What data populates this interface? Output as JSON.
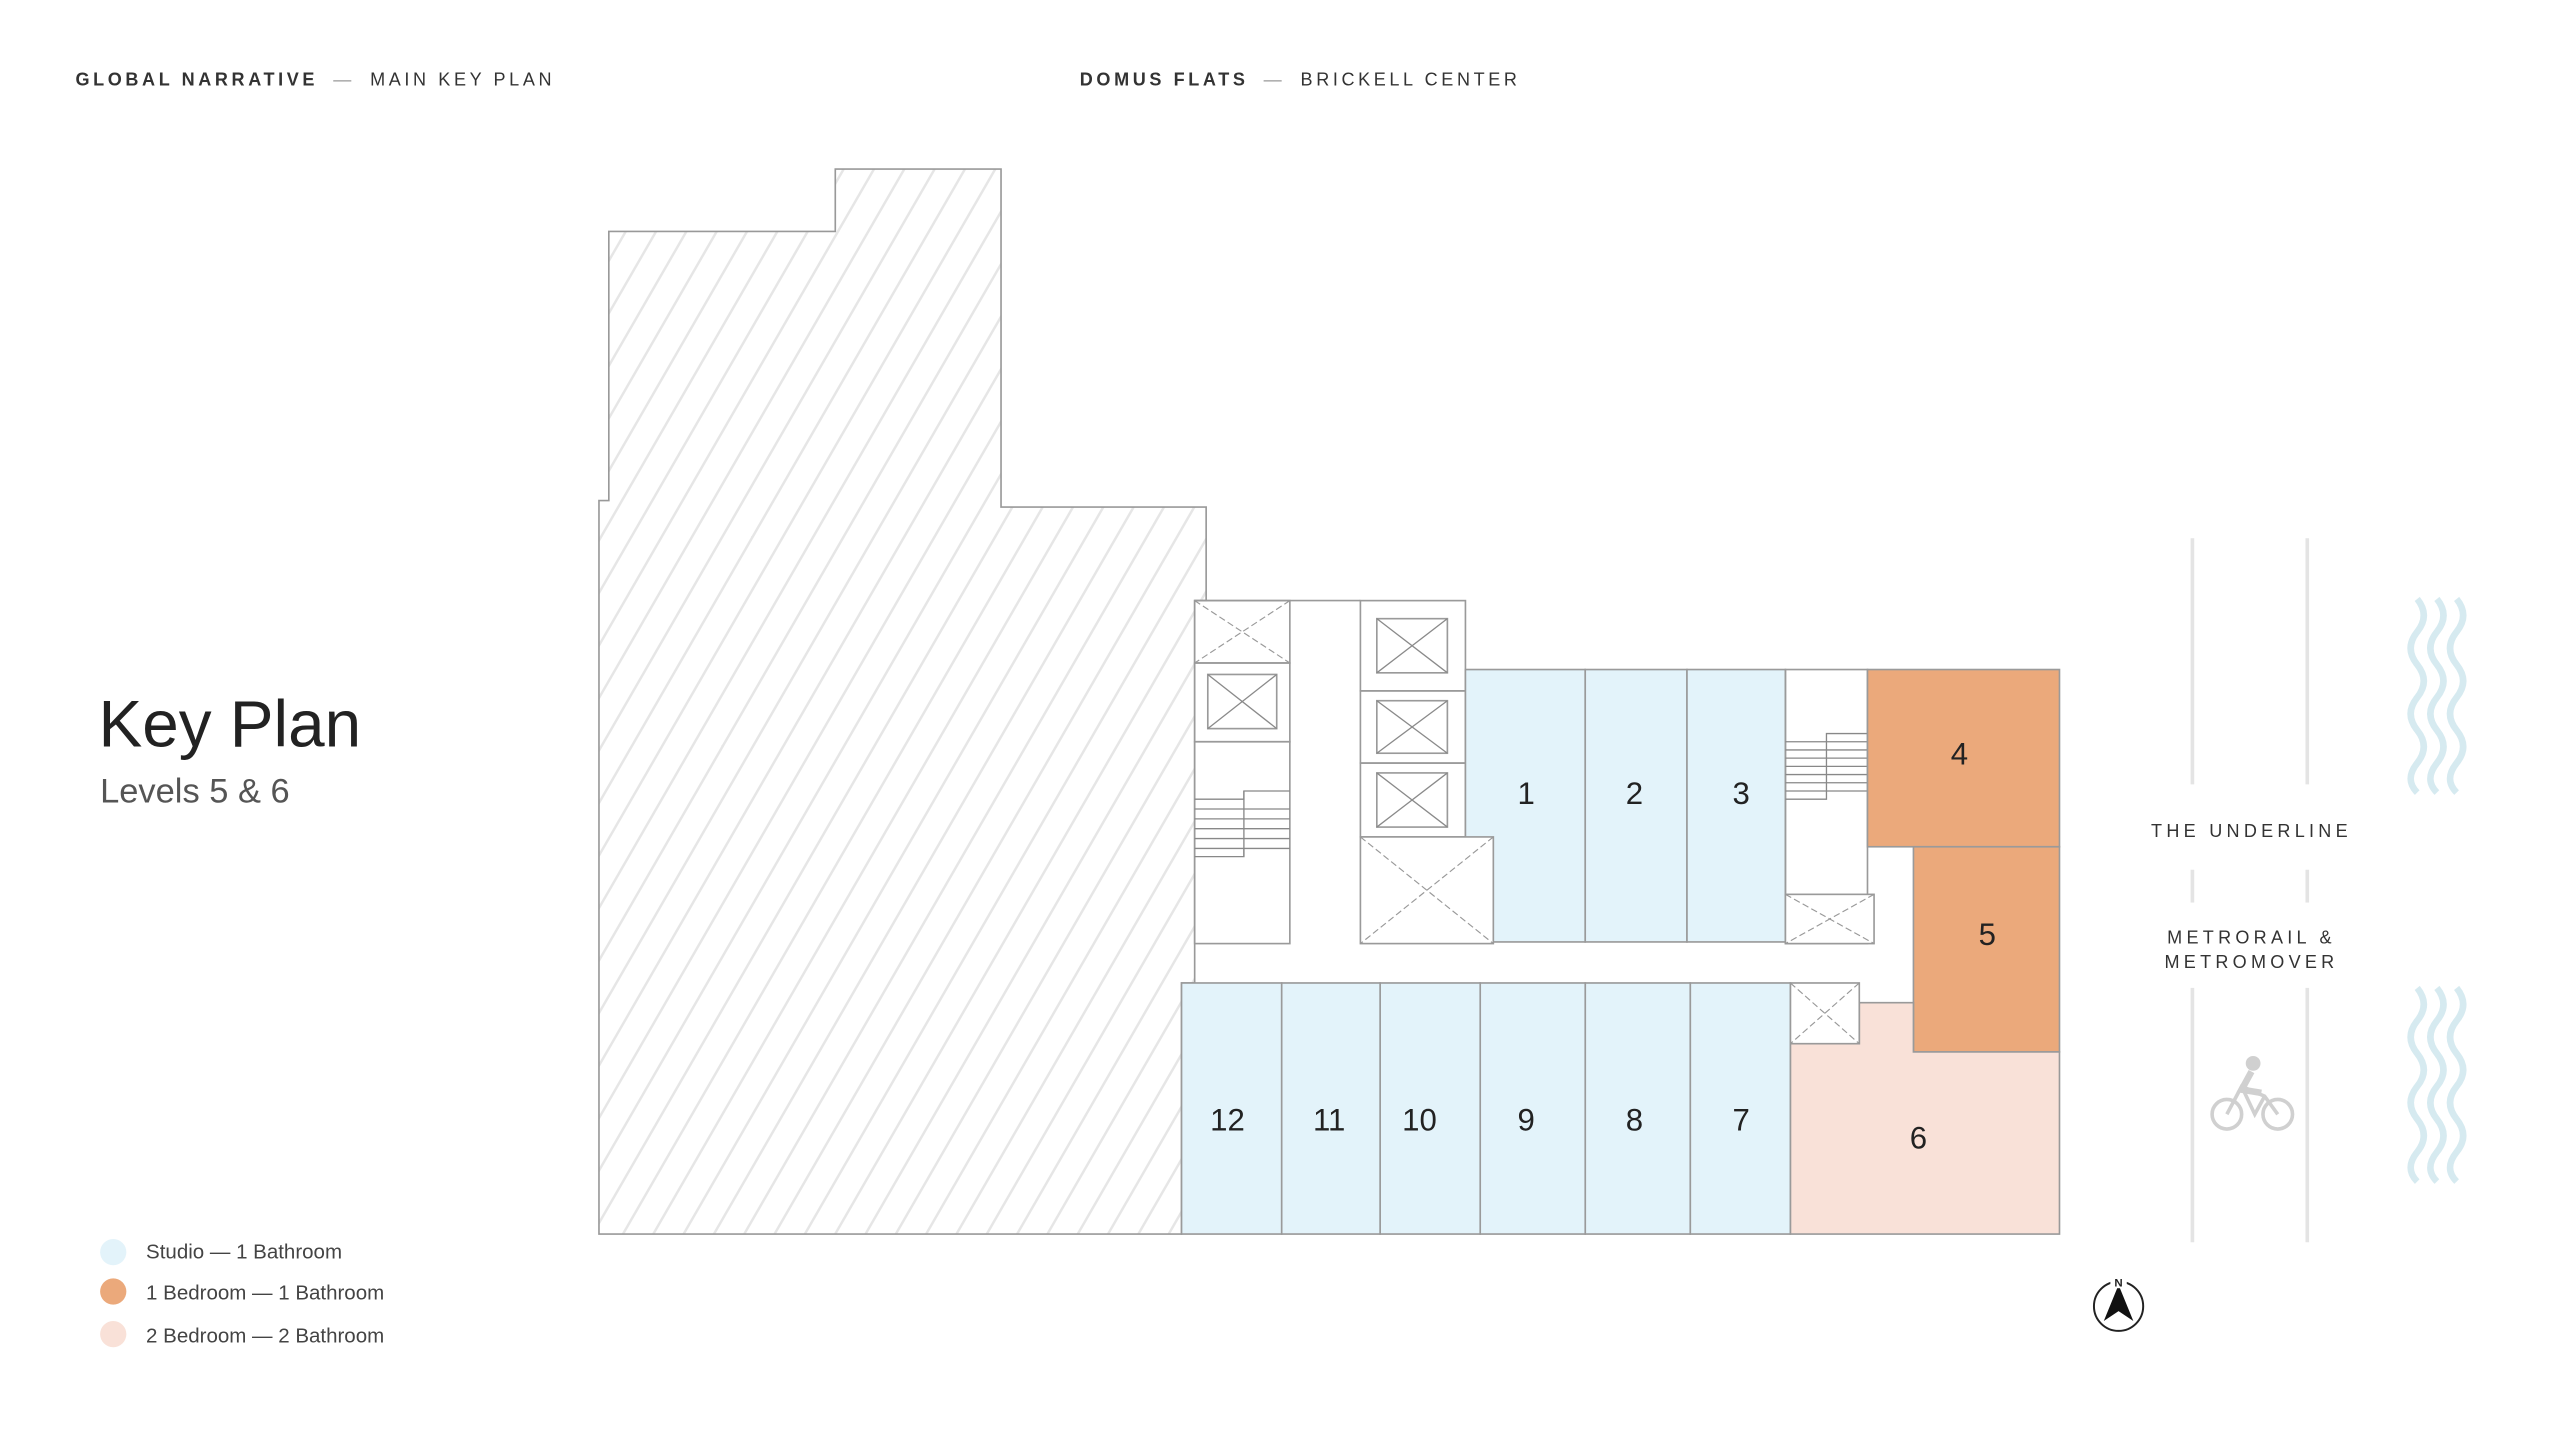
{
  "header": {
    "left_bold": "GLOBAL NARRATIVE",
    "left_sep": "—",
    "left_rest": "MAIN KEY PLAN",
    "center_bold": "DOMUS FLATS",
    "center_sep": "—",
    "center_rest": "BRICKELL CENTER"
  },
  "title": {
    "main": "Key Plan",
    "sub": "Levels 5 & 6"
  },
  "colors": {
    "studio": "#e3f3fa",
    "one_bedroom": "#eba97b",
    "two_bedroom": "#f9e1d8",
    "waves": "#d6eaf0"
  },
  "legend": [
    {
      "label": "Studio  — 1 Bathroom",
      "type": "studio"
    },
    {
      "label": "1 Bedroom — 1 Bathroom",
      "type": "one_bedroom"
    },
    {
      "label": "2 Bedroom — 2 Bathroom",
      "type": "two_bedroom"
    }
  ],
  "units": [
    {
      "number": "1",
      "type": "studio"
    },
    {
      "number": "2",
      "type": "studio"
    },
    {
      "number": "3",
      "type": "studio"
    },
    {
      "number": "4",
      "type": "one_bedroom"
    },
    {
      "number": "5",
      "type": "one_bedroom"
    },
    {
      "number": "6",
      "type": "two_bedroom"
    },
    {
      "number": "7",
      "type": "studio"
    },
    {
      "number": "8",
      "type": "studio"
    },
    {
      "number": "9",
      "type": "studio"
    },
    {
      "number": "10",
      "type": "studio"
    },
    {
      "number": "11",
      "type": "studio"
    },
    {
      "number": "12",
      "type": "studio"
    }
  ],
  "context": {
    "underline": "THE UNDERLINE",
    "metro_line1": "METRORAIL &",
    "metro_line2": "METROMOVER",
    "compass_letter": "N"
  },
  "icons": [
    "bicycle-icon",
    "water-waves-icon",
    "north-arrow-icon"
  ]
}
